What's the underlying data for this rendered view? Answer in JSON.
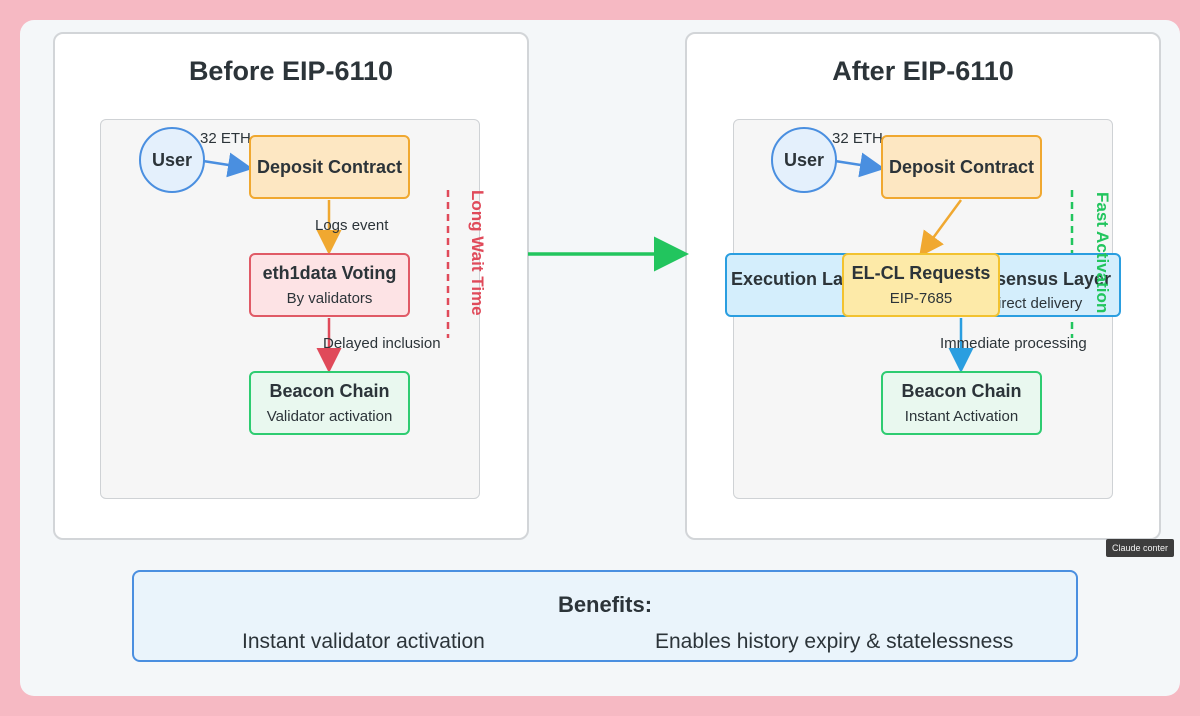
{
  "colors": {
    "page_bg": "#f6b9c3",
    "user_blue": "#4a8fe0",
    "deposit_orange": "#f0a830",
    "voting_red": "#e05a66",
    "beacon_green": "#2ecc71",
    "slow_red": "#e04a5a",
    "fast_green": "#22c55e"
  },
  "before": {
    "title": "Before EIP-6110",
    "user": "User",
    "amount": "32 ETH",
    "deposit": "Deposit Contract",
    "logs_event": "Logs event",
    "voting_title": "eth1data Voting",
    "voting_sub": "By validators",
    "delayed": "Delayed inclusion",
    "beacon_title": "Beacon Chain",
    "beacon_sub": "Validator activation",
    "side_note": "Long Wait Time"
  },
  "after": {
    "title": "After EIP-6110",
    "user": "User",
    "amount": "32 ETH",
    "deposit": "Deposit Contract",
    "layers_left": "Execution La",
    "layers_right": "sensus Layer",
    "direct": "irect delivery",
    "requests_title": "EL-CL Requests",
    "requests_sub": "EIP-7685",
    "immediate": "Immediate processing",
    "beacon_title": "Beacon Chain",
    "beacon_sub": "Instant Activation",
    "side_note": "Fast Activation"
  },
  "tooltip": "Claude conter",
  "benefits": {
    "title": "Benefits:",
    "item1": "Instant validator activation",
    "item2": "Enables history expiry & statelessness"
  }
}
